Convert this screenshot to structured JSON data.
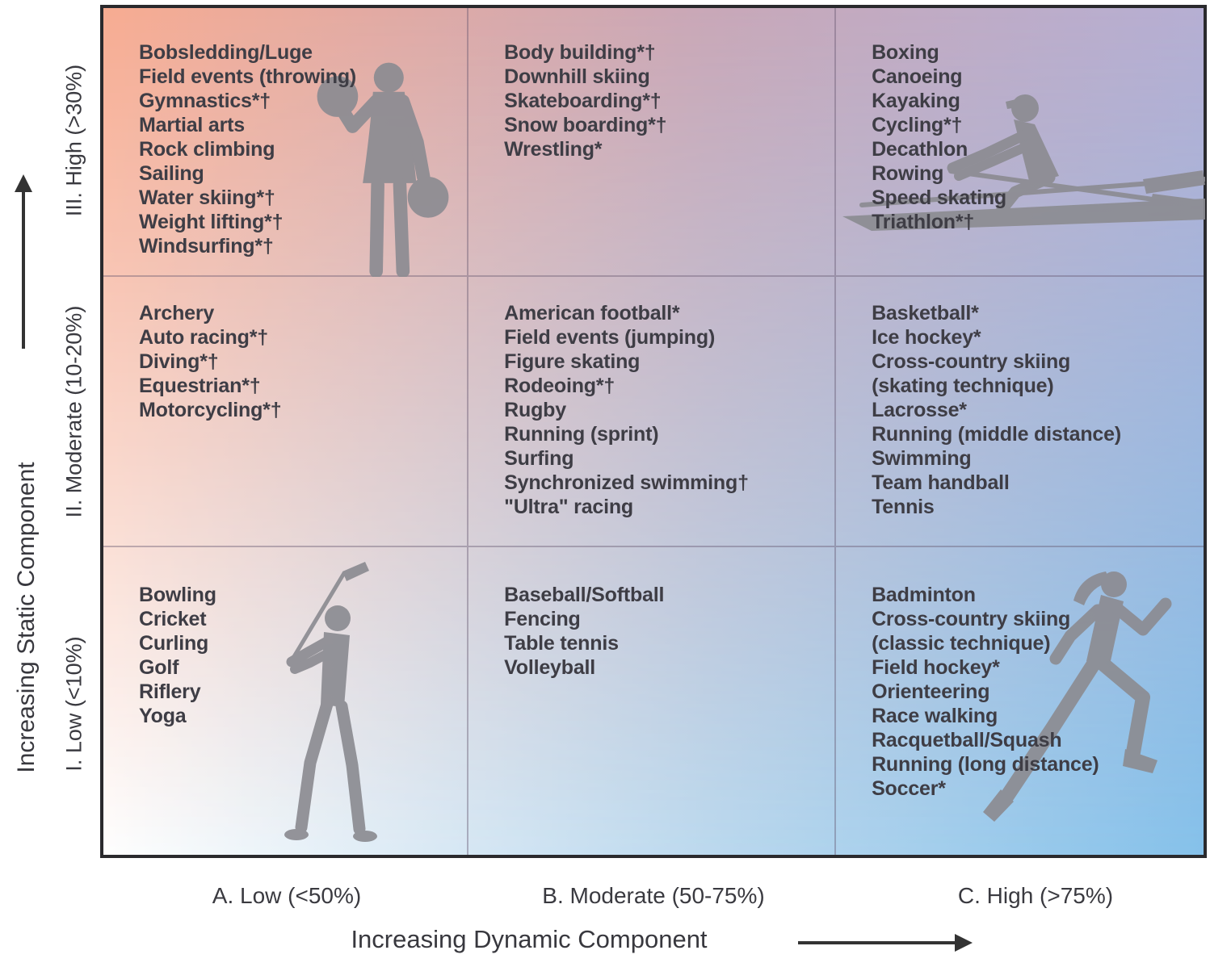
{
  "chart_data": {
    "type": "table",
    "title": "Classification of sports by peak static and dynamic components",
    "x_axis": {
      "title": "Increasing Dynamic Component",
      "categories": [
        "A. Low (<50%)",
        "B. Moderate (50-75%)",
        "C. High (>75%)"
      ]
    },
    "y_axis": {
      "title": "Increasing Static Component",
      "categories": [
        "III. High (>30%)",
        "II. Moderate (10-20%)",
        "I. Low (<10%)"
      ]
    },
    "grid": true,
    "legend_position": "none",
    "corner_colors": {
      "top_left": "#F7AC92",
      "top_right": "#B6AFD3",
      "bottom_left": "#FEFEFE",
      "bottom_right": "#85C1EA"
    },
    "silhouette_color": "#8c8c92",
    "matrix": [
      {
        "static": "III. High (>30%)",
        "dynamic": "A. Low (<50%)",
        "silhouette": "weightlifter-silhouette",
        "sports": [
          "Bobsledding/Luge",
          "Field events (throwing)",
          "Gymnastics*†",
          "Martial arts",
          "Rock climbing",
          "Sailing",
          "Water skiing*†",
          "Weight lifting*†",
          "Windsurfing*†"
        ]
      },
      {
        "static": "III. High (>30%)",
        "dynamic": "B. Moderate (50-75%)",
        "silhouette": null,
        "sports": [
          "Body building*†",
          "Downhill skiing",
          "Skateboarding*†",
          "Snow boarding*†",
          "Wrestling*"
        ]
      },
      {
        "static": "III. High (>30%)",
        "dynamic": "C. High (>75%)",
        "silhouette": "rower-silhouette",
        "sports": [
          "Boxing",
          "Canoeing",
          "Kayaking",
          "Cycling*†",
          "Decathlon",
          "Rowing",
          "Speed skating",
          "Triathlon*†"
        ]
      },
      {
        "static": "II. Moderate (10-20%)",
        "dynamic": "A. Low (<50%)",
        "silhouette": null,
        "sports": [
          "Archery",
          "Auto racing*†",
          "Diving*†",
          "Equestrian*†",
          "Motorcycling*†"
        ]
      },
      {
        "static": "II. Moderate (10-20%)",
        "dynamic": "B. Moderate (50-75%)",
        "silhouette": null,
        "sports": [
          "American football*",
          "Field events (jumping)",
          "Figure skating",
          "Rodeoing*†",
          "Rugby",
          "Running (sprint)",
          "Surfing",
          "Synchronized swimming†",
          "\"Ultra\" racing"
        ]
      },
      {
        "static": "II. Moderate (10-20%)",
        "dynamic": "C. High (>75%)",
        "silhouette": null,
        "sports": [
          "Basketball*",
          "Ice hockey*",
          "Cross-country skiing",
          "(skating technique)",
          "Lacrosse*",
          "Running (middle distance)",
          "Swimming",
          "Team handball",
          "Tennis"
        ]
      },
      {
        "static": "I. Low (<10%)",
        "dynamic": "A. Low (<50%)",
        "silhouette": "golfer-silhouette",
        "sports": [
          "Bowling",
          "Cricket",
          "Curling",
          "Golf",
          "Riflery",
          "Yoga"
        ]
      },
      {
        "static": "I. Low (<10%)",
        "dynamic": "B. Moderate (50-75%)",
        "silhouette": null,
        "sports": [
          "Baseball/Softball",
          "Fencing",
          "Table tennis",
          "Volleyball"
        ]
      },
      {
        "static": "I. Low (<10%)",
        "dynamic": "C. High (>75%)",
        "silhouette": "runner-silhouette",
        "sports": [
          "Badminton",
          "Cross-country skiing",
          "(classic technique)",
          "Field hockey*",
          "Orienteering",
          "Race walking",
          "Racquetball/Squash",
          "Running (long distance)",
          "Soccer*"
        ]
      }
    ]
  }
}
